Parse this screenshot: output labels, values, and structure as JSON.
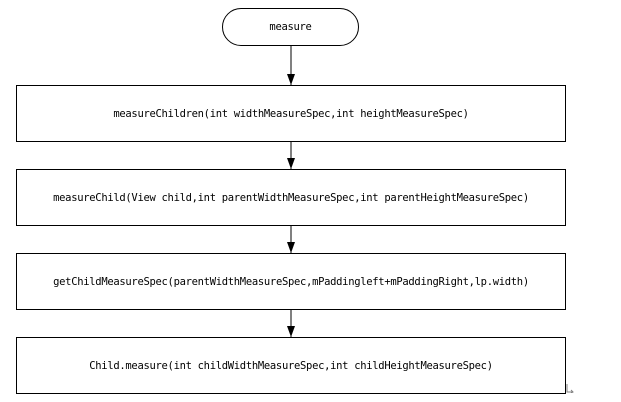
{
  "flowchart": {
    "start_label": "measure",
    "steps": [
      "measureChildren(int widthMeasureSpec,int heightMeasureSpec)",
      "measureChild(View child,int parentWidthMeasureSpec,int parentHeightMeasureSpec)",
      "getChildMeasureSpec(parentWidthMeasureSpec,mPaddingleft+mPaddingRight,lp.width)",
      "Child.measure(int childWidthMeasureSpec,int childHeightMeasureSpec)"
    ]
  },
  "colors": {
    "stroke": "#000000",
    "background": "#ffffff"
  }
}
